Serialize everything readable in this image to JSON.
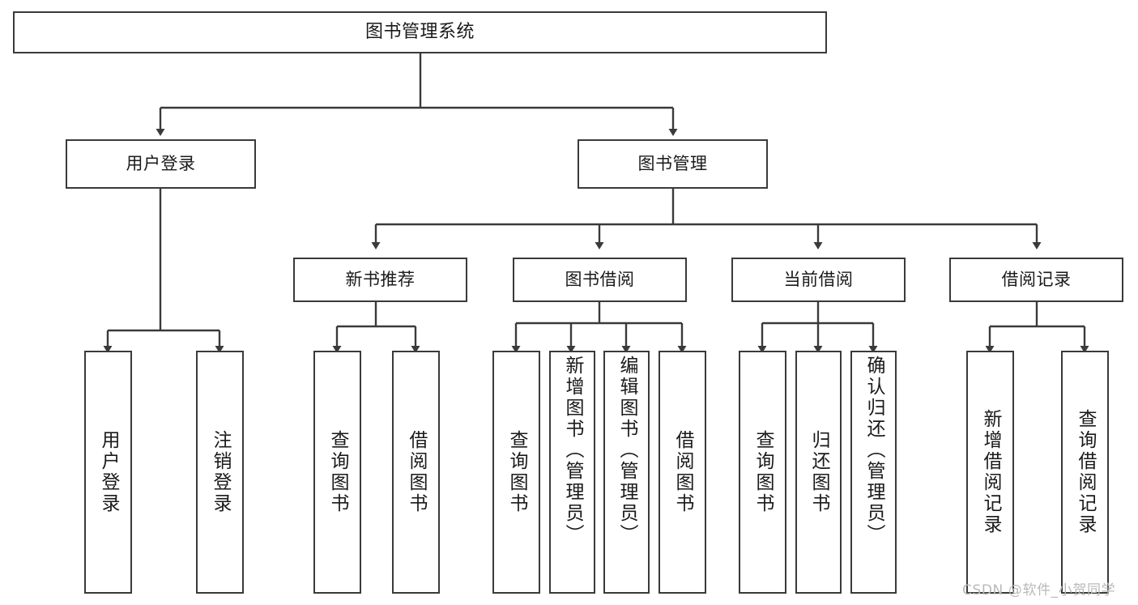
{
  "diagram": {
    "type": "tree-hierarchy",
    "title": "图书管理系统",
    "orientation": "top-down",
    "colors": {
      "stroke": "#3a3a3a",
      "fill": "#ffffff",
      "text": "#1a1a1a",
      "watermark": "#b9b9b9"
    },
    "watermark": "CSDN @软件_小贺同学"
  },
  "nodes": {
    "root": {
      "label": "图书管理系统"
    },
    "level2": [
      {
        "id": "user-login",
        "label": "用户登录"
      },
      {
        "id": "book-manage",
        "label": "图书管理"
      }
    ],
    "level3": [
      {
        "id": "new-book-recommend",
        "label": "新书推荐"
      },
      {
        "id": "book-borrow",
        "label": "图书借阅"
      },
      {
        "id": "current-borrow",
        "label": "当前借阅"
      },
      {
        "id": "borrow-record",
        "label": "借阅记录"
      }
    ],
    "leaves": {
      "user_login": [
        {
          "id": "leaf-user-login",
          "label": "用户登录"
        },
        {
          "id": "leaf-logout-login",
          "label": "注销登录"
        }
      ],
      "new_book_recommend": [
        {
          "id": "leaf-query-book-1",
          "label": "查询图书"
        },
        {
          "id": "leaf-borrow-book-1",
          "label": "借阅图书"
        }
      ],
      "book_borrow": [
        {
          "id": "leaf-query-book-2",
          "label": "查询图书"
        },
        {
          "id": "leaf-add-book",
          "label": "新增图书（管理员）"
        },
        {
          "id": "leaf-edit-book",
          "label": "编辑图书（管理员）"
        },
        {
          "id": "leaf-borrow-book-2",
          "label": "借阅图书"
        }
      ],
      "current_borrow": [
        {
          "id": "leaf-query-book-3",
          "label": "查询图书"
        },
        {
          "id": "leaf-return-book",
          "label": "归还图书"
        },
        {
          "id": "leaf-confirm-return",
          "label": "确认归还（管理员）"
        }
      ],
      "borrow_record": [
        {
          "id": "leaf-add-record",
          "label": "新增借阅记录"
        },
        {
          "id": "leaf-query-record",
          "label": "查询借阅记录"
        }
      ]
    }
  }
}
